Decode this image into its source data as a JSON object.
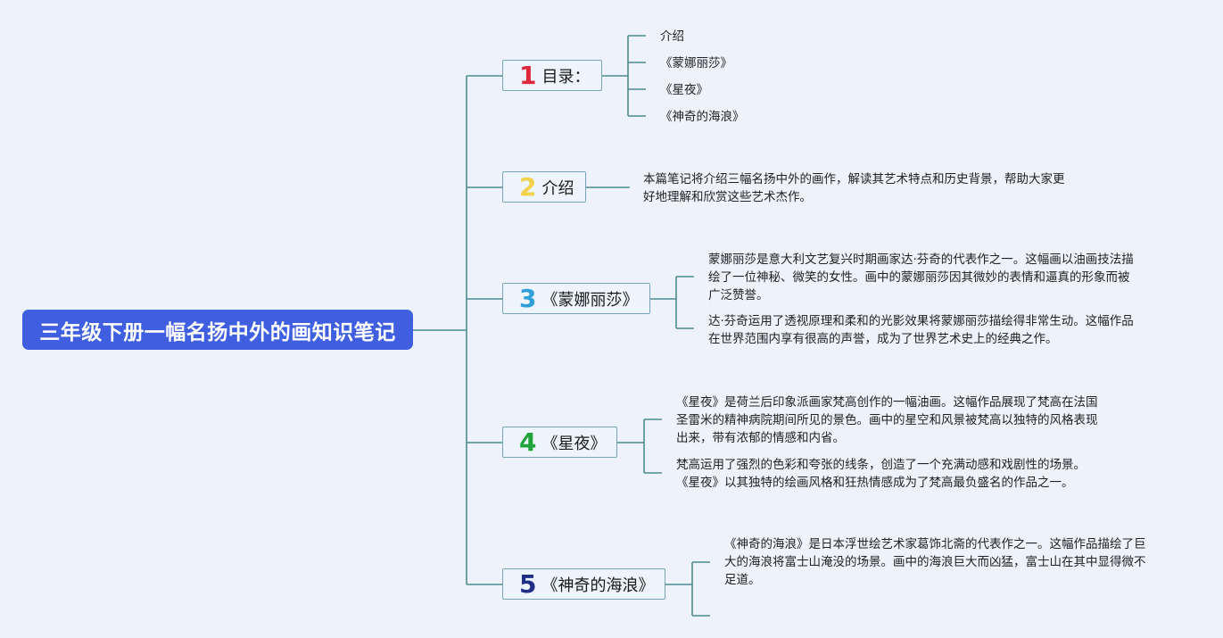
{
  "root": {
    "title": "三年级下册一幅名扬中外的画知识笔记"
  },
  "colors": {
    "root_bg": "#3f5fe0",
    "line": "#4d8b8f",
    "num1": "#e0283c",
    "num2": "#f2d24b",
    "num3": "#2f9fd8",
    "num4": "#1fa23a",
    "num5": "#1f2e86"
  },
  "branches": [
    {
      "number": "1",
      "label": "目录：",
      "leaves": [
        "介绍",
        "《蒙娜丽莎》",
        "《星夜》",
        "《神奇的海浪》"
      ]
    },
    {
      "number": "2",
      "label": "介绍",
      "leaves": [
        [
          "本篇笔记将介绍三幅名扬中外的画作，解读其艺术特点和历史背景，帮助大家更",
          "好地理解和欣赏这些艺术杰作。"
        ]
      ]
    },
    {
      "number": "3",
      "label": "《蒙娜丽莎》",
      "leaves": [
        [
          "蒙娜丽莎是意大利文艺复兴时期画家达·芬奇的代表作之一。这幅画以油画技法描",
          "绘了一位神秘、微笑的女性。画中的蒙娜丽莎因其微妙的表情和逼真的形象而被",
          "广泛赞誉。"
        ],
        [
          "达·芬奇运用了透视原理和柔和的光影效果将蒙娜丽莎描绘得非常生动。这幅作品",
          "在世界范围内享有很高的声誉，成为了世界艺术史上的经典之作。"
        ]
      ]
    },
    {
      "number": "4",
      "label": "《星夜》",
      "leaves": [
        [
          "《星夜》是荷兰后印象派画家梵高创作的一幅油画。这幅作品展现了梵高在法国",
          "圣雷米的精神病院期间所见的景色。画中的星空和风景被梵高以独特的风格表现",
          "出来，带有浓郁的情感和内省。"
        ],
        [
          "梵高运用了强烈的色彩和夸张的线条，创造了一个充满动感和戏剧性的场景。",
          "《星夜》以其独特的绘画风格和狂热情感成为了梵高最负盛名的作品之一。"
        ]
      ]
    },
    {
      "number": "5",
      "label": "《神奇的海浪》",
      "leaves": [
        [
          "《神奇的海浪》是日本浮世绘艺术家葛饰北斋的代表作之一。这幅作品描绘了巨",
          "大的海浪将富士山淹没的场景。画中的海浪巨大而凶猛，富士山在其中显得微不",
          "足道。"
        ]
      ]
    }
  ]
}
